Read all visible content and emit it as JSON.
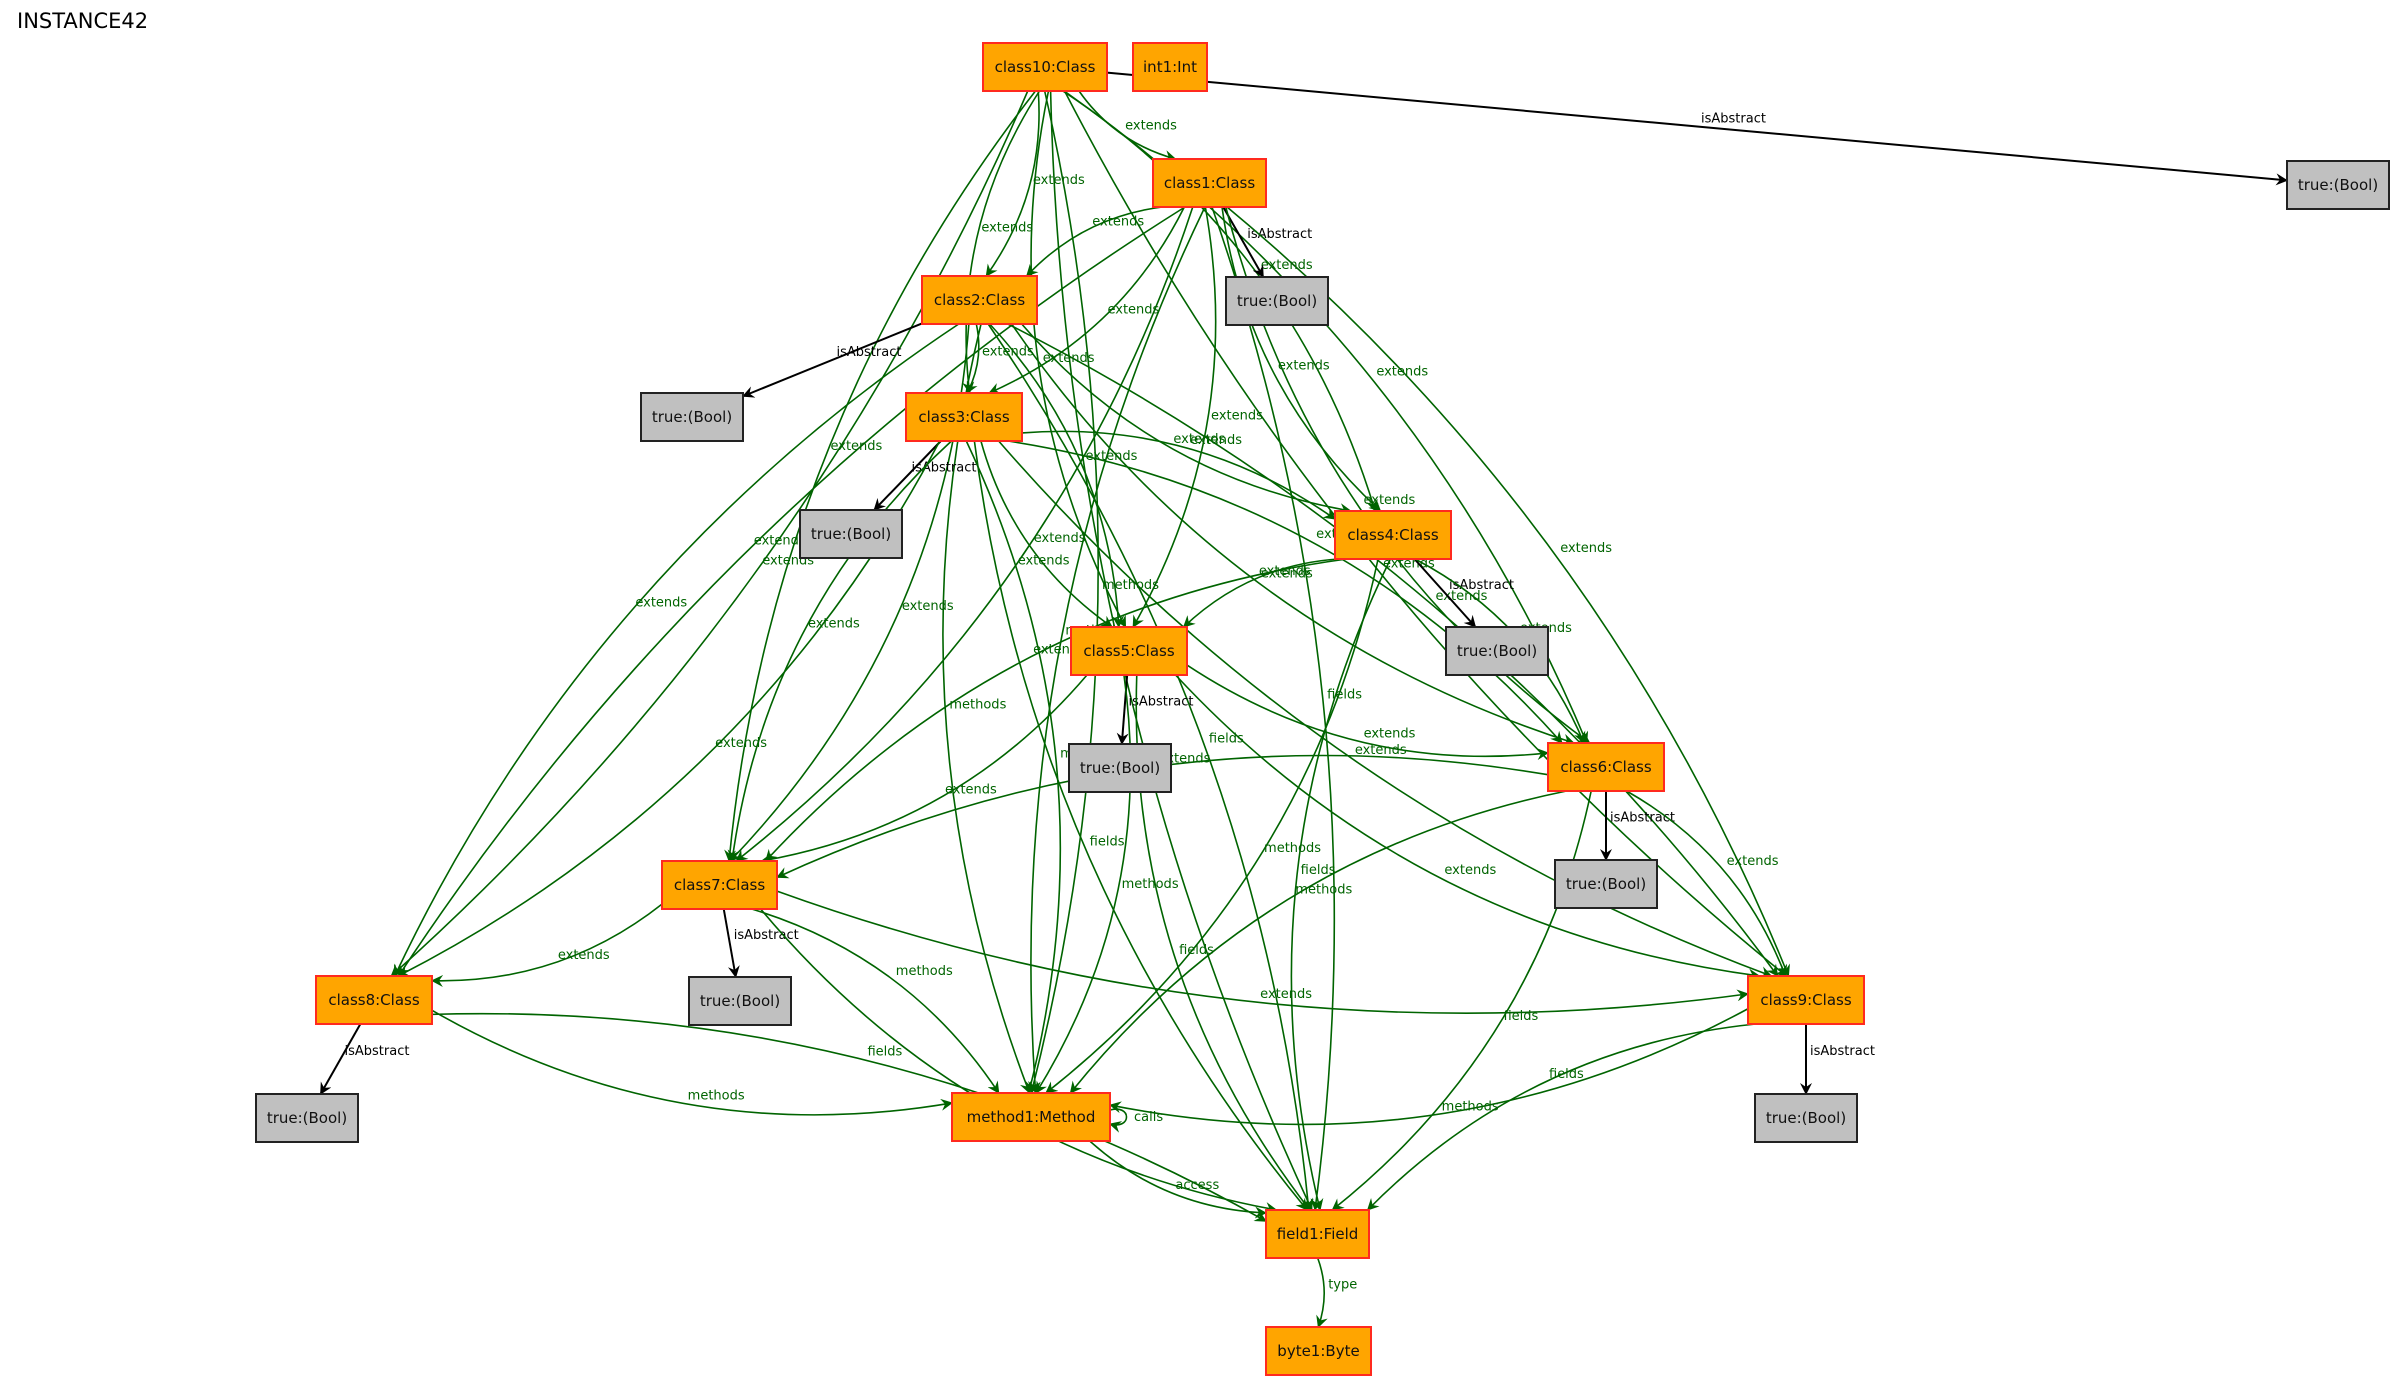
{
  "title": "INSTANCE42",
  "colors": {
    "object_fill": "#ffa500",
    "object_border": "#ff2a1f",
    "value_fill": "#c0c0c0",
    "value_border": "#222222",
    "edge_ref": "#006400",
    "edge_attr": "#000000"
  },
  "nodes": [
    {
      "id": "class10",
      "label": "class10:Class",
      "kind": "object"
    },
    {
      "id": "int1",
      "label": "int1:Int",
      "kind": "object"
    },
    {
      "id": "bool10",
      "label": "true:(Bool)",
      "kind": "value"
    },
    {
      "id": "class1",
      "label": "class1:Class",
      "kind": "object"
    },
    {
      "id": "bool1",
      "label": "true:(Bool)",
      "kind": "value"
    },
    {
      "id": "class2",
      "label": "class2:Class",
      "kind": "object"
    },
    {
      "id": "bool2",
      "label": "true:(Bool)",
      "kind": "value"
    },
    {
      "id": "class3",
      "label": "class3:Class",
      "kind": "object"
    },
    {
      "id": "bool3",
      "label": "true:(Bool)",
      "kind": "value"
    },
    {
      "id": "class4",
      "label": "class4:Class",
      "kind": "object"
    },
    {
      "id": "bool4",
      "label": "true:(Bool)",
      "kind": "value"
    },
    {
      "id": "class5",
      "label": "class5:Class",
      "kind": "object"
    },
    {
      "id": "bool5",
      "label": "true:(Bool)",
      "kind": "value"
    },
    {
      "id": "class6",
      "label": "class6:Class",
      "kind": "object"
    },
    {
      "id": "bool6",
      "label": "true:(Bool)",
      "kind": "value"
    },
    {
      "id": "class7",
      "label": "class7:Class",
      "kind": "object"
    },
    {
      "id": "bool7",
      "label": "true:(Bool)",
      "kind": "value"
    },
    {
      "id": "class8",
      "label": "class8:Class",
      "kind": "object"
    },
    {
      "id": "bool8",
      "label": "true:(Bool)",
      "kind": "value"
    },
    {
      "id": "class9",
      "label": "class9:Class",
      "kind": "object"
    },
    {
      "id": "bool9",
      "label": "true:(Bool)",
      "kind": "value"
    },
    {
      "id": "method1",
      "label": "method1:Method",
      "kind": "object"
    },
    {
      "id": "field1",
      "label": "field1:Field",
      "kind": "object"
    },
    {
      "id": "byte1",
      "label": "byte1:Byte",
      "kind": "object"
    }
  ],
  "edges": [
    {
      "from": "class10",
      "to": "bool10",
      "label": "isAbstract",
      "kind": "attr"
    },
    {
      "from": "class10",
      "to": "class1",
      "label": "extends",
      "kind": "ref"
    },
    {
      "from": "class10",
      "to": "class2",
      "label": "extends",
      "kind": "ref"
    },
    {
      "from": "class10",
      "to": "class3",
      "label": "extends",
      "kind": "ref"
    },
    {
      "from": "class10",
      "to": "class4",
      "label": "extends",
      "kind": "ref"
    },
    {
      "from": "class10",
      "to": "class5",
      "label": "extends",
      "kind": "ref"
    },
    {
      "from": "class10",
      "to": "class6",
      "label": "extends",
      "kind": "ref"
    },
    {
      "from": "class10",
      "to": "class7",
      "label": "extends",
      "kind": "ref"
    },
    {
      "from": "class10",
      "to": "class8",
      "label": "extends",
      "kind": "ref"
    },
    {
      "from": "class10",
      "to": "class9",
      "label": "extends",
      "kind": "ref"
    },
    {
      "from": "class10",
      "to": "method1",
      "label": "methods",
      "kind": "ref"
    },
    {
      "from": "class10",
      "to": "field1",
      "label": "fields",
      "kind": "ref"
    },
    {
      "from": "class1",
      "to": "bool1",
      "label": "isAbstract",
      "kind": "attr"
    },
    {
      "from": "class1",
      "to": "class2",
      "label": "extends",
      "kind": "ref"
    },
    {
      "from": "class1",
      "to": "class3",
      "label": "extends",
      "kind": "ref"
    },
    {
      "from": "class1",
      "to": "class4",
      "label": "extends",
      "kind": "ref"
    },
    {
      "from": "class1",
      "to": "class5",
      "label": "extends",
      "kind": "ref"
    },
    {
      "from": "class1",
      "to": "class6",
      "label": "extends",
      "kind": "ref"
    },
    {
      "from": "class1",
      "to": "class7",
      "label": "extends",
      "kind": "ref"
    },
    {
      "from": "class1",
      "to": "class8",
      "label": "extends",
      "kind": "ref"
    },
    {
      "from": "class1",
      "to": "class9",
      "label": "extends",
      "kind": "ref"
    },
    {
      "from": "class1",
      "to": "method1",
      "label": "methods",
      "kind": "ref"
    },
    {
      "from": "class1",
      "to": "field1",
      "label": "fields",
      "kind": "ref"
    },
    {
      "from": "class2",
      "to": "bool2",
      "label": "isAbstract",
      "kind": "attr"
    },
    {
      "from": "class2",
      "to": "class3",
      "label": "extends",
      "kind": "ref"
    },
    {
      "from": "class2",
      "to": "class4",
      "label": "extends",
      "kind": "ref"
    },
    {
      "from": "class2",
      "to": "class5",
      "label": "extends",
      "kind": "ref"
    },
    {
      "from": "class2",
      "to": "class6",
      "label": "extends",
      "kind": "ref"
    },
    {
      "from": "class2",
      "to": "class7",
      "label": "extends",
      "kind": "ref"
    },
    {
      "from": "class2",
      "to": "class8",
      "label": "extends",
      "kind": "ref"
    },
    {
      "from": "class2",
      "to": "class9",
      "label": "extends",
      "kind": "ref"
    },
    {
      "from": "class2",
      "to": "method1",
      "label": "methods",
      "kind": "ref"
    },
    {
      "from": "class2",
      "to": "field1",
      "label": "fields",
      "kind": "ref"
    },
    {
      "from": "class3",
      "to": "bool3",
      "label": "isAbstract",
      "kind": "attr"
    },
    {
      "from": "class3",
      "to": "class4",
      "label": "extends",
      "kind": "ref"
    },
    {
      "from": "class3",
      "to": "class5",
      "label": "extends",
      "kind": "ref"
    },
    {
      "from": "class3",
      "to": "class6",
      "label": "extends",
      "kind": "ref"
    },
    {
      "from": "class3",
      "to": "class7",
      "label": "extends",
      "kind": "ref"
    },
    {
      "from": "class3",
      "to": "class8",
      "label": "extends",
      "kind": "ref"
    },
    {
      "from": "class3",
      "to": "class9",
      "label": "extends",
      "kind": "ref"
    },
    {
      "from": "class3",
      "to": "method1",
      "label": "methods",
      "kind": "ref"
    },
    {
      "from": "class3",
      "to": "field1",
      "label": "fields",
      "kind": "ref"
    },
    {
      "from": "class4",
      "to": "bool4",
      "label": "isAbstract",
      "kind": "attr"
    },
    {
      "from": "class4",
      "to": "class5",
      "label": "extends",
      "kind": "ref"
    },
    {
      "from": "class4",
      "to": "class6",
      "label": "extends",
      "kind": "ref"
    },
    {
      "from": "class4",
      "to": "class7",
      "label": "extends",
      "kind": "ref"
    },
    {
      "from": "class4",
      "to": "method1",
      "label": "methods",
      "kind": "ref"
    },
    {
      "from": "class4",
      "to": "field1",
      "label": "fields",
      "kind": "ref"
    },
    {
      "from": "class5",
      "to": "bool5",
      "label": "isAbstract",
      "kind": "attr"
    },
    {
      "from": "class5",
      "to": "class6",
      "label": "extends",
      "kind": "ref"
    },
    {
      "from": "class5",
      "to": "class7",
      "label": "extends",
      "kind": "ref"
    },
    {
      "from": "class5",
      "to": "class9",
      "label": "extends",
      "kind": "ref"
    },
    {
      "from": "class5",
      "to": "method1",
      "label": "methods",
      "kind": "ref"
    },
    {
      "from": "class5",
      "to": "field1",
      "label": "fields",
      "kind": "ref"
    },
    {
      "from": "class6",
      "to": "bool6",
      "label": "isAbstract",
      "kind": "attr"
    },
    {
      "from": "class6",
      "to": "class7",
      "label": "extends",
      "kind": "ref"
    },
    {
      "from": "class6",
      "to": "class9",
      "label": "extends",
      "kind": "ref"
    },
    {
      "from": "class6",
      "to": "method1",
      "label": "methods",
      "kind": "ref"
    },
    {
      "from": "class6",
      "to": "field1",
      "label": "fields",
      "kind": "ref"
    },
    {
      "from": "class7",
      "to": "bool7",
      "label": "isAbstract",
      "kind": "attr"
    },
    {
      "from": "class7",
      "to": "class8",
      "label": "extends",
      "kind": "ref"
    },
    {
      "from": "class7",
      "to": "class9",
      "label": "extends",
      "kind": "ref"
    },
    {
      "from": "class7",
      "to": "method1",
      "label": "methods",
      "kind": "ref"
    },
    {
      "from": "class7",
      "to": "field1",
      "label": "fields",
      "kind": "ref"
    },
    {
      "from": "class8",
      "to": "bool8",
      "label": "isAbstract",
      "kind": "attr"
    },
    {
      "from": "class8",
      "to": "method1",
      "label": "methods",
      "kind": "ref"
    },
    {
      "from": "class8",
      "to": "field1",
      "label": "fields",
      "kind": "ref"
    },
    {
      "from": "class9",
      "to": "bool9",
      "label": "isAbstract",
      "kind": "attr"
    },
    {
      "from": "class9",
      "to": "method1",
      "label": "methods",
      "kind": "ref"
    },
    {
      "from": "class9",
      "to": "field1",
      "label": "fields",
      "kind": "ref"
    },
    {
      "from": "method1",
      "to": "method1",
      "label": "calls",
      "kind": "ref"
    },
    {
      "from": "method1",
      "to": "field1",
      "label": "access",
      "kind": "ref"
    },
    {
      "from": "field1",
      "to": "byte1",
      "label": "type",
      "kind": "ref"
    }
  ]
}
